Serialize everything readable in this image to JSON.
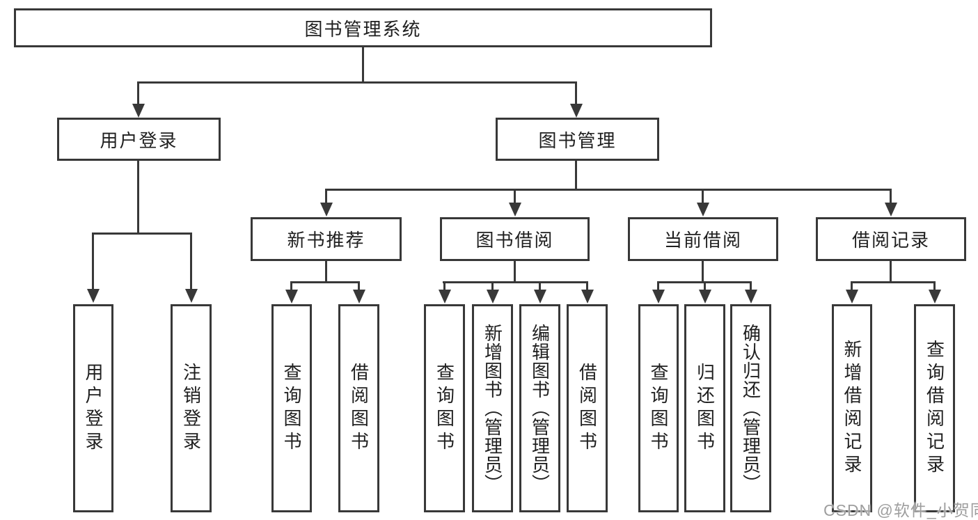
{
  "tree": {
    "label": "图书管理系统",
    "children": [
      {
        "label": "用户登录",
        "children": [
          {
            "label": "用户登录"
          },
          {
            "label": "注销登录"
          }
        ]
      },
      {
        "label": "图书管理",
        "children": [
          {
            "label": "新书推荐",
            "children": [
              {
                "label": "查询图书"
              },
              {
                "label": "借阅图书"
              }
            ]
          },
          {
            "label": "图书借阅",
            "children": [
              {
                "label": "查询图书"
              },
              {
                "label": "新增图书（管理员）"
              },
              {
                "label": "编辑图书（管理员）"
              },
              {
                "label": "借阅图书"
              }
            ]
          },
          {
            "label": "当前借阅",
            "children": [
              {
                "label": "查询图书"
              },
              {
                "label": "归还图书"
              },
              {
                "label": "确认归还（管理员）"
              }
            ]
          },
          {
            "label": "借阅记录",
            "children": [
              {
                "label": "新增借阅记录"
              },
              {
                "label": "查询借阅记录"
              }
            ]
          }
        ]
      }
    ]
  },
  "watermark": {
    "text": "CSDN @软件_小贺同学"
  },
  "colors": {
    "line": "#383838",
    "ink": "#1f1f1f",
    "background": "#ffffff",
    "watermark": "#9e9e9e"
  }
}
